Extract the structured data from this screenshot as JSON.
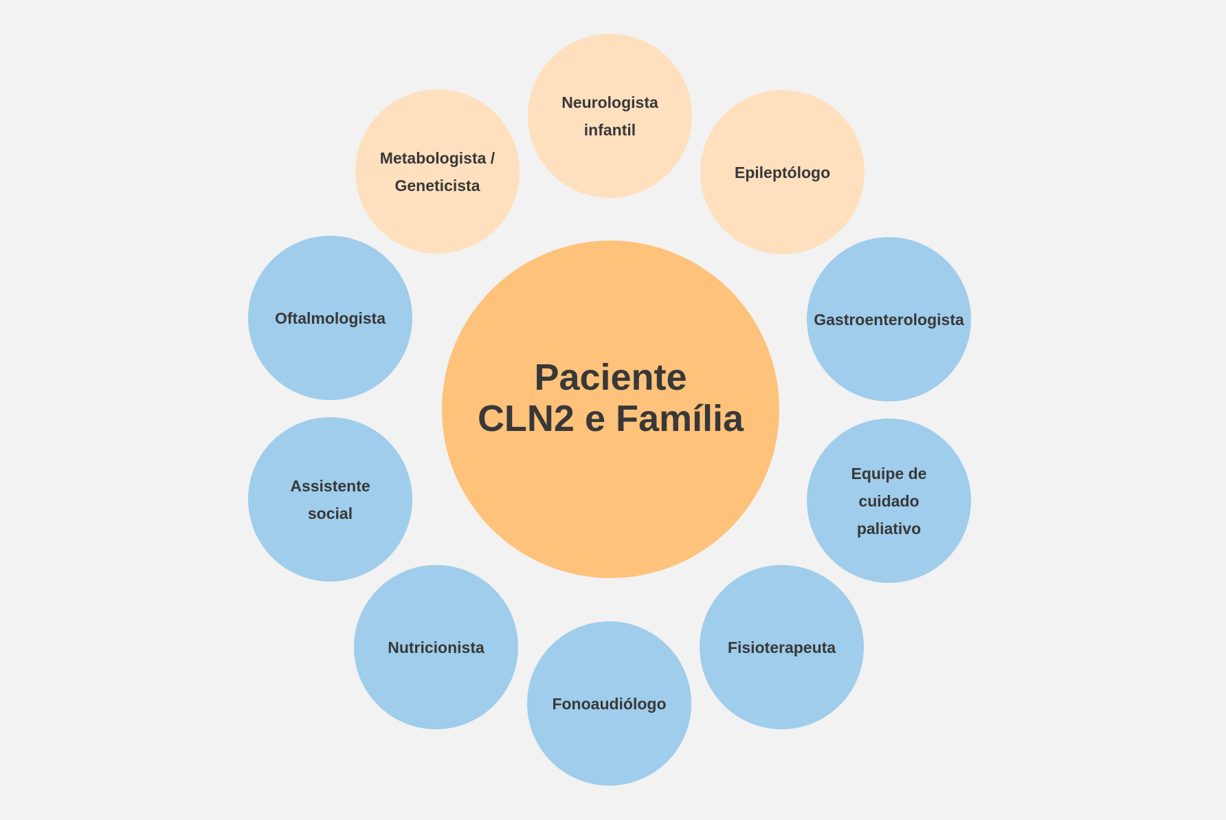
{
  "center": {
    "label": "Paciente\nCLN2 e Família",
    "color": "#fec27a"
  },
  "colors": {
    "background": "#f2f2f2",
    "peach": "#fee0bf",
    "blue": "#9fcdeb",
    "text": "#383838"
  },
  "nodes": [
    {
      "label": "Neurologista\ninfantil",
      "color": "peach"
    },
    {
      "label": "Epileptólogo",
      "color": "peach"
    },
    {
      "label": "Gastroenterologista",
      "color": "blue"
    },
    {
      "label": "Equipe de\ncuidado\npaliativo",
      "color": "blue"
    },
    {
      "label": "Fisioterapeuta",
      "color": "blue"
    },
    {
      "label": "Fonoaudiólogo",
      "color": "blue"
    },
    {
      "label": "Nutricionista",
      "color": "blue"
    },
    {
      "label": "Assistente\nsocial",
      "color": "blue"
    },
    {
      "label": "Oftalmologista",
      "color": "blue"
    },
    {
      "label": "Metabologista /\nGeneticista",
      "color": "peach"
    }
  ]
}
